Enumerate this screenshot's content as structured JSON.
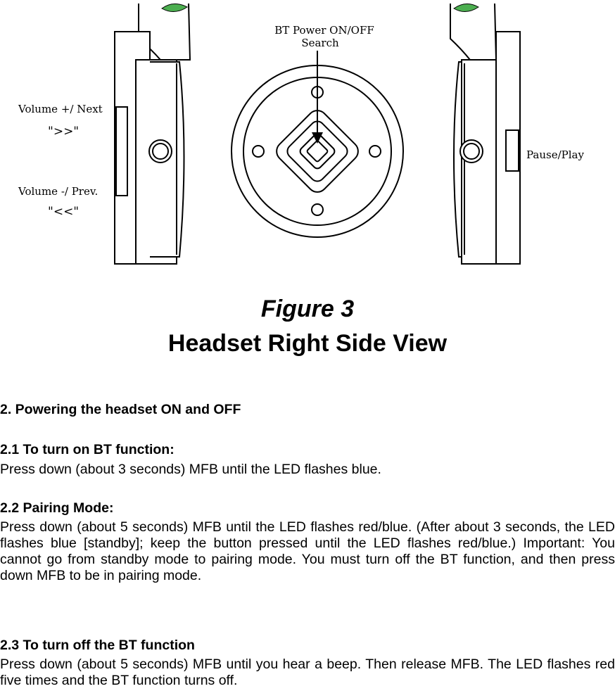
{
  "diagram": {
    "label_bt_power": "BT Power ON/OFF",
    "label_search": "Search",
    "label_volume_up": "Volume +/ Next",
    "label_next_symbol": "\">>\"",
    "label_volume_down": "Volume -/ Prev.",
    "label_prev_symbol": "\"<<\"",
    "label_pause_play": "Pause/Play",
    "accent_green": "#4caf50"
  },
  "figure": {
    "number": "Figure 3",
    "title": "Headset Right Side View"
  },
  "sections": {
    "powering_heading": "2. Powering the headset ON and OFF",
    "bt_on_heading": "2.1 To turn on BT function:",
    "bt_on_body": "Press down (about 3 seconds) MFB until the LED flashes blue.",
    "pairing_heading": "2.2 Pairing Mode:",
    "pairing_body": "Press down (about 5 seconds) MFB until the LED flashes red/blue. (After about 3 seconds, the LED flashes blue [standby]; keep the button pressed until the LED flashes red/blue.) Important: You cannot go from standby mode to pairing mode. You must turn off the BT function, and then press down MFB to be in pairing mode.",
    "bt_off_heading": "2.3 To turn off the BT function",
    "bt_off_body": "Press down (about 5 seconds) MFB until you hear a beep. Then release MFB. The LED flashes red five times and the BT function turns off."
  }
}
